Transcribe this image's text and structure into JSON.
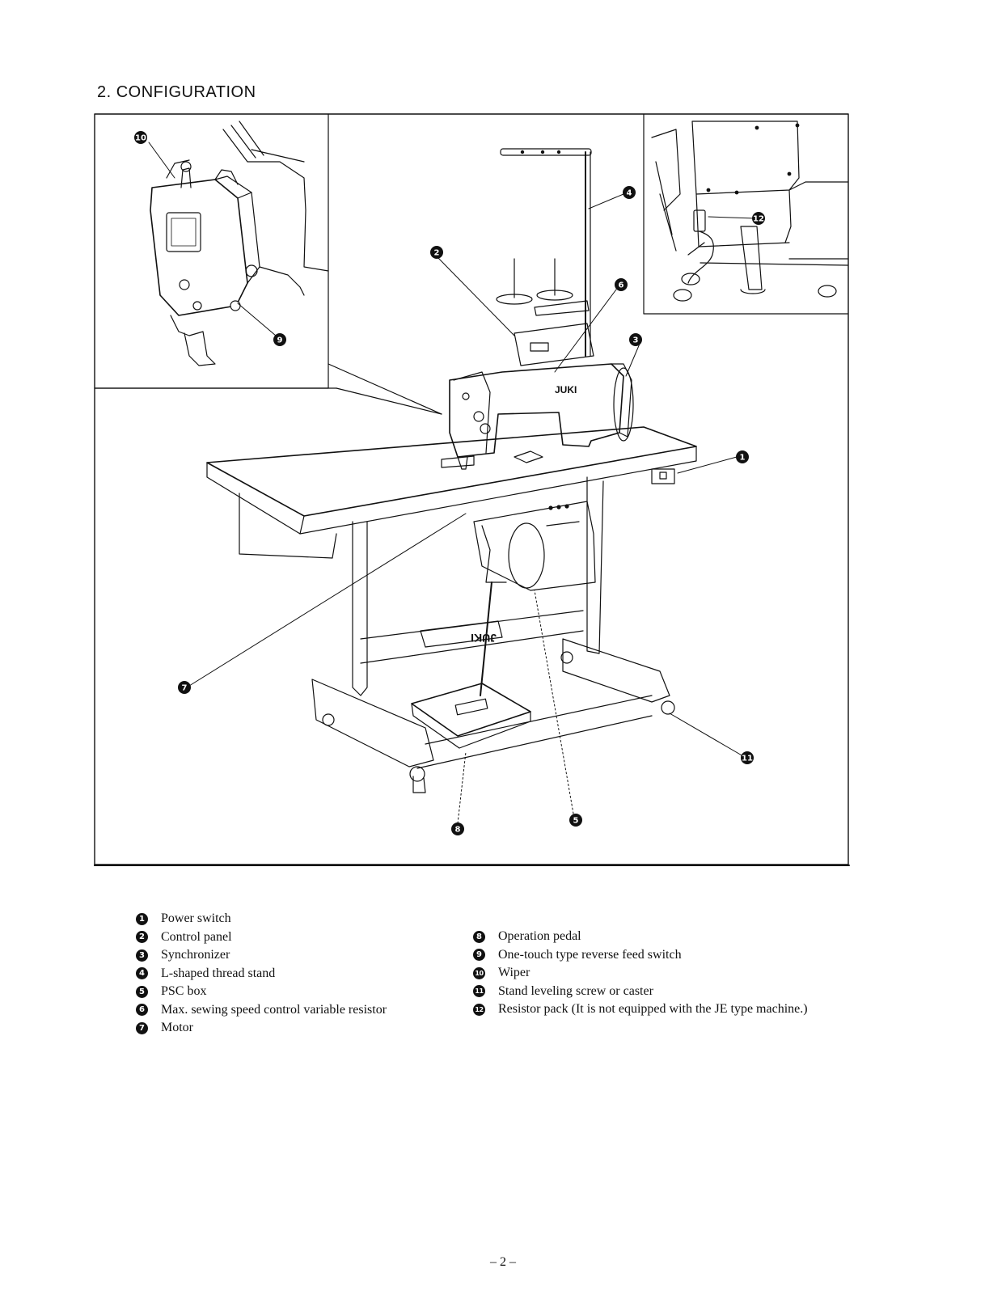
{
  "section_title": "2. CONFIGURATION",
  "figure": {
    "callouts": [
      "1",
      "2",
      "3",
      "4",
      "5",
      "6",
      "7",
      "8",
      "9",
      "10",
      "11",
      "12"
    ],
    "brand_on_arm": "JUKI",
    "brand_on_crossbar": "JUKI"
  },
  "legend_left": [
    {
      "num": "1",
      "label": "Power switch"
    },
    {
      "num": "2",
      "label": "Control panel"
    },
    {
      "num": "3",
      "label": "Synchronizer"
    },
    {
      "num": "4",
      "label": "L-shaped thread stand"
    },
    {
      "num": "5",
      "label": "PSC box"
    },
    {
      "num": "6",
      "label": "Max. sewing speed control variable resistor"
    },
    {
      "num": "7",
      "label": "Motor"
    }
  ],
  "legend_right": [
    {
      "num": "8",
      "label": "Operation pedal"
    },
    {
      "num": "9",
      "label": "One-touch type reverse feed switch"
    },
    {
      "num": "10",
      "label": "Wiper"
    },
    {
      "num": "11",
      "label": "Stand leveling screw or caster"
    },
    {
      "num": "12",
      "label": "Resistor pack (It is not equipped with the JE type machine.)"
    }
  ],
  "page_number": "– 2 –"
}
